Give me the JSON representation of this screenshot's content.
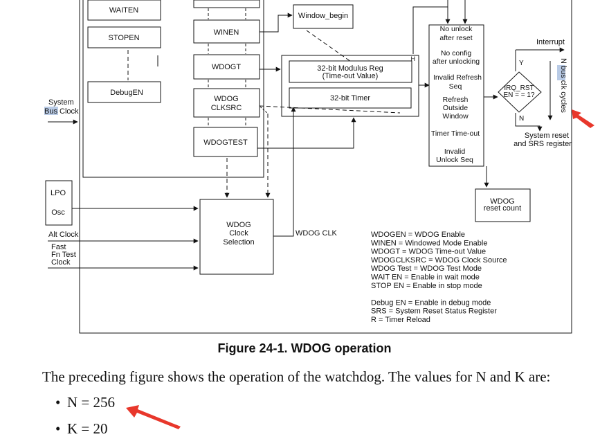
{
  "diagram": {
    "enable_boxes": {
      "waiten": "WAITEN",
      "stopen": "STOPEN",
      "debugen": "DebugEN"
    },
    "ctrl_boxes": {
      "winen": "WINEN",
      "wdogt": "WDOGT",
      "clksrc_1": "WDOG",
      "clksrc_2": "CLKSRC",
      "wdogtest": "WDOGTEST"
    },
    "window_begin": "Window_begin",
    "modulus_1": "32-bit Modulus Reg",
    "modulus_2": "(Time-out Value)",
    "timer": "32-bit Timer",
    "reset_marker": "H",
    "conditions": [
      [
        "No unlock",
        "after reset"
      ],
      [
        "No config",
        "after unlocking"
      ],
      [
        "Invalid Refresh",
        "Seq"
      ],
      [
        "Refresh",
        "Outside",
        "Window"
      ],
      [
        "Timer Time-out"
      ],
      [
        "Invalid",
        "Unlock Seq"
      ]
    ],
    "interrupt": "Interrupt",
    "decision_1": "IRQ_RST",
    "decision_2": "EN = = 1?",
    "yes": "Y",
    "no": "N",
    "bus_clk_cycles": "N bus clk cycles",
    "sys_reset_1": "System reset",
    "sys_reset_2": "and SRS register",
    "reset_count_1": "WDOG",
    "reset_count_2": "reset count",
    "system_bus_clock_1": "System",
    "system_bus_clock_2": "Bus Clock",
    "lpo": "LPO",
    "osc": "Osc",
    "alt_clock": "Alt Clock",
    "fast_1": "Fast",
    "fast_2": "Fn Test",
    "fast_3": "Clock",
    "clock_sel_1": "WDOG",
    "clock_sel_2": "Clock",
    "clock_sel_3": "Selection",
    "wdog_clk": "WDOG CLK",
    "legend": [
      "WDOGEN  = WDOG Enable",
      "WINEN = Windowed Mode Enable",
      "WDOGT = WDOG Time-out Value",
      "WDOGCLKSRC = WDOG Clock Source",
      "WDOG Test = WDOG Test Mode",
      "WAIT EN = Enable in wait mode",
      "STOP EN = Enable in stop mode",
      "",
      "Debug EN = Enable in debug mode",
      "SRS = System Reset Status Register",
      "R = Timer Reload"
    ]
  },
  "caption": "Figure 24-1. WDOG operation",
  "paragraph": "The preceding figure shows the operation of the watchdog. The values for N and K are:",
  "bullets": [
    "N = 256",
    "K = 20"
  ],
  "colors": {
    "annotation_arrow": "#e8372b",
    "highlight": "#b9cbe6"
  }
}
